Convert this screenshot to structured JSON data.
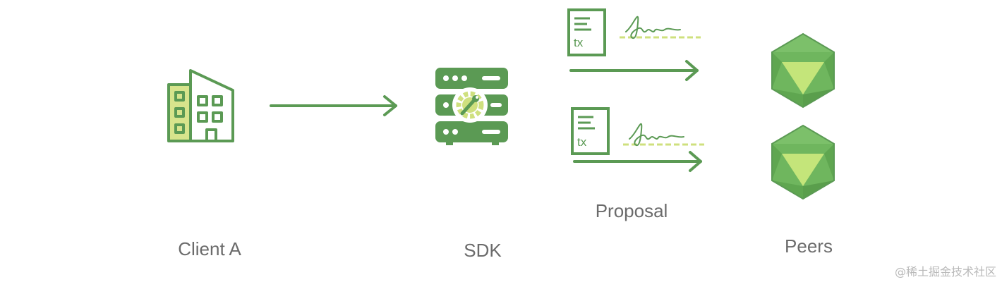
{
  "labels": {
    "client": "Client A",
    "sdk": "SDK",
    "proposal": "Proposal",
    "peers": "Peers"
  },
  "tx_docs": [
    {
      "label": "tx"
    },
    {
      "label": "tx"
    }
  ],
  "watermark": "@稀土掘金技术社区",
  "colors": {
    "primary_green": "#5b9a54",
    "light_green": "#cfe07e",
    "peer_green": "#6fb65e",
    "peer_light": "#c4e57a",
    "text_gray": "#6b6b6b"
  }
}
